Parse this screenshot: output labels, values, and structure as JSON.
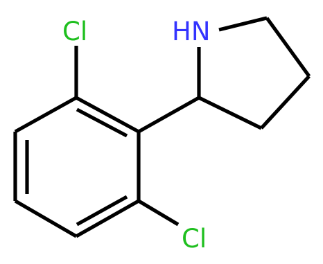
{
  "molecule": {
    "atoms": {
      "nh": {
        "text": "HN",
        "color": "#3333ff"
      },
      "cl_top": {
        "text": "Cl",
        "color": "#1fbf1f"
      },
      "cl_bottom": {
        "text": "Cl",
        "color": "#1fbf1f"
      }
    },
    "bond_color": "#000000"
  }
}
